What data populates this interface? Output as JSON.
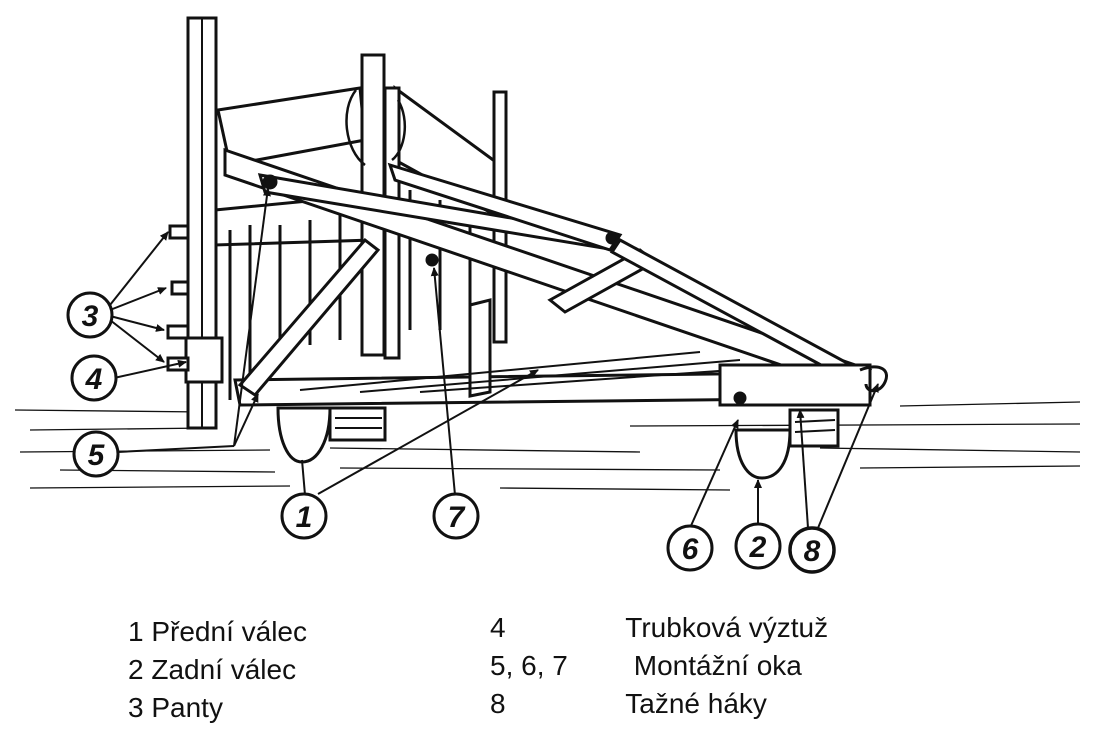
{
  "diagram": {
    "callouts": [
      {
        "id": "c3",
        "label": "3"
      },
      {
        "id": "c4",
        "label": "4"
      },
      {
        "id": "c5",
        "label": "5"
      },
      {
        "id": "c1",
        "label": "1"
      },
      {
        "id": "c7",
        "label": "7"
      },
      {
        "id": "c6",
        "label": "6"
      },
      {
        "id": "c2",
        "label": "2"
      },
      {
        "id": "c8",
        "label": "8"
      }
    ]
  },
  "legend": {
    "left": [
      {
        "num": "1",
        "text": "Přední válec"
      },
      {
        "num": "2",
        "text": "Zadní válec"
      },
      {
        "num": "3",
        "text": "Panty"
      }
    ],
    "right": [
      {
        "num": "4",
        "text": "Trubková výztuž"
      },
      {
        "num": "5, 6, 7",
        "text": "Montážní oka"
      },
      {
        "num": "8",
        "text": "Tažné háky"
      }
    ]
  }
}
